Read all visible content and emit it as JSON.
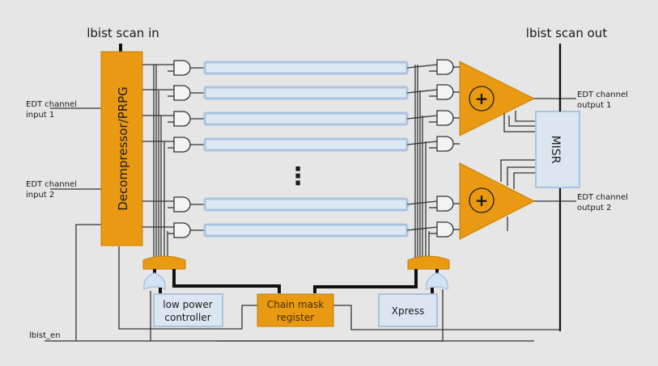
{
  "labels": {
    "scan_in": "lbist scan in",
    "scan_out": "lbist scan out",
    "edt_in1_a": "EDT channel",
    "edt_in1_b": "input 1",
    "edt_in2_a": "EDT channel",
    "edt_in2_b": "input 2",
    "edt_out1_a": "EDT channel",
    "edt_out1_b": "output 1",
    "edt_out2_a": "EDT channel",
    "edt_out2_b": "output 2",
    "lbist_en": "lbist_en",
    "decompressor": "Decompressor/PRPG",
    "misr": "MISR",
    "low_power_a": "low power",
    "low_power_b": "controller",
    "chain_mask_a": "Chain mask",
    "chain_mask_b": "register",
    "xpress": "Xpress",
    "plus1": "+",
    "plus2": "+",
    "ellipsis": "⋮"
  },
  "scan_chains": {
    "count_shown": 6
  },
  "colors": {
    "orange": "#e99a12",
    "blue_box": "#dbe6f1",
    "background": "#e6e6e6"
  }
}
